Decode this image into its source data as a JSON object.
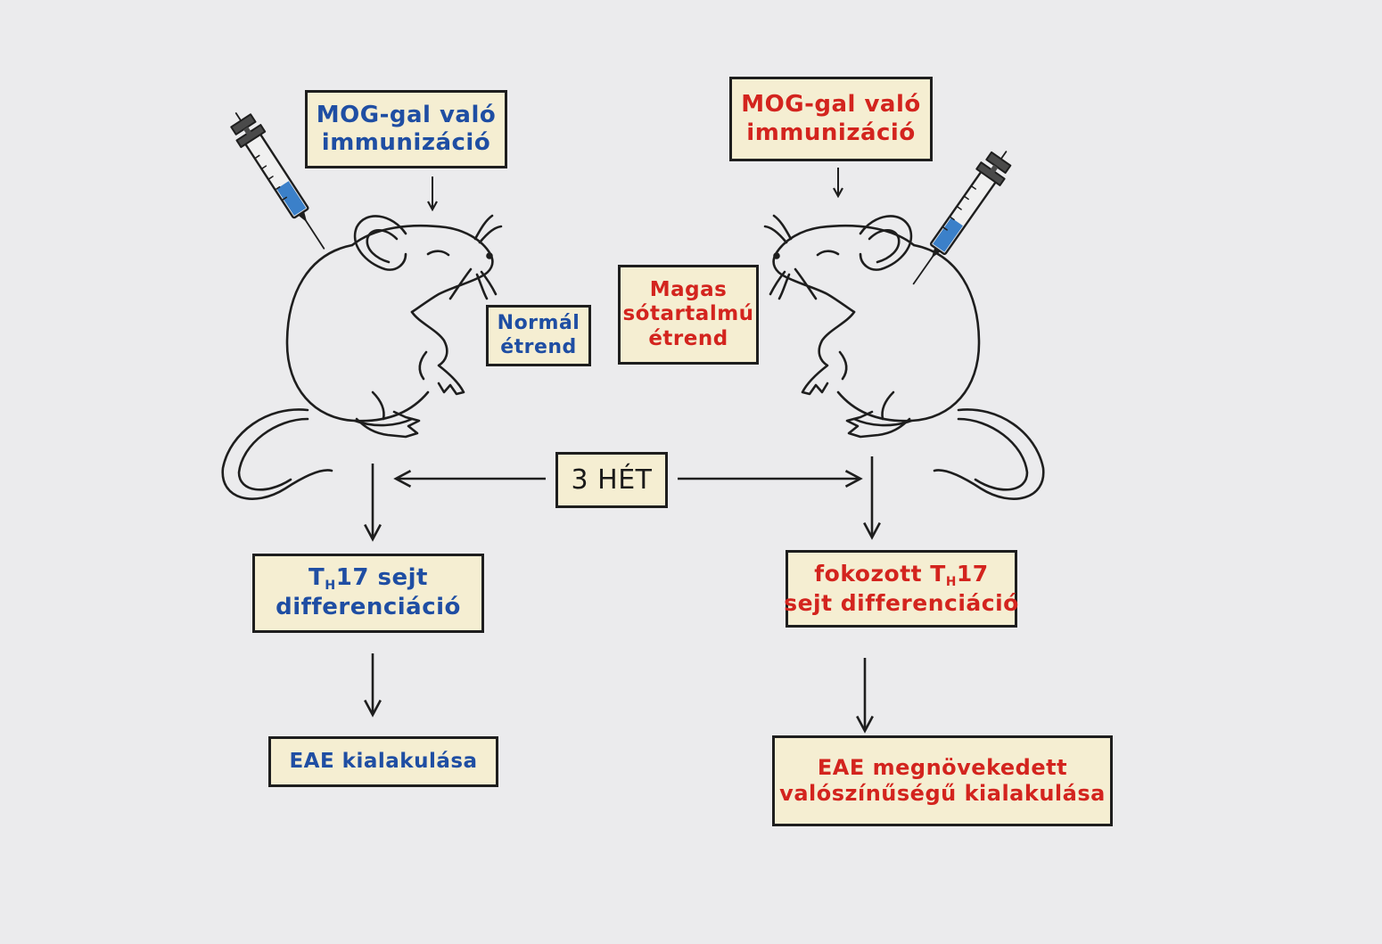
{
  "colors": {
    "left_text": "#1f4ea3",
    "right_text": "#d3241e",
    "box_fill": "#f5eed2",
    "outline": "#1e1e1e",
    "background": "#ebebed"
  },
  "icons": {
    "left_mouse": "mouse-icon",
    "right_mouse": "mouse-icon",
    "left_syringe": "syringe-icon",
    "right_syringe": "syringe-icon"
  },
  "left": {
    "immunization": {
      "line1": "MOG-gal való",
      "line2": "immunizáció"
    },
    "diet": {
      "line1": "Normál",
      "line2": "étrend"
    },
    "th17": {
      "prefix": "T",
      "sub": "H",
      "suffix": "17 sejt",
      "line2": "differenciáció"
    },
    "outcome": "EAE kialakulása"
  },
  "right": {
    "immunization": {
      "line1": "MOG-gal való",
      "line2": "immunizáció"
    },
    "diet": {
      "line1": "Magas",
      "line2": "sótartalmú",
      "line3": "étrend"
    },
    "th17": {
      "prefix": "fokozott T",
      "sub": "H",
      "suffix": "17",
      "line2": "sejt differenciáció"
    },
    "outcome": {
      "line1": "EAE megnövekedett",
      "line2": "valószínűségű kialakulása"
    }
  },
  "duration": "3 HÉT"
}
